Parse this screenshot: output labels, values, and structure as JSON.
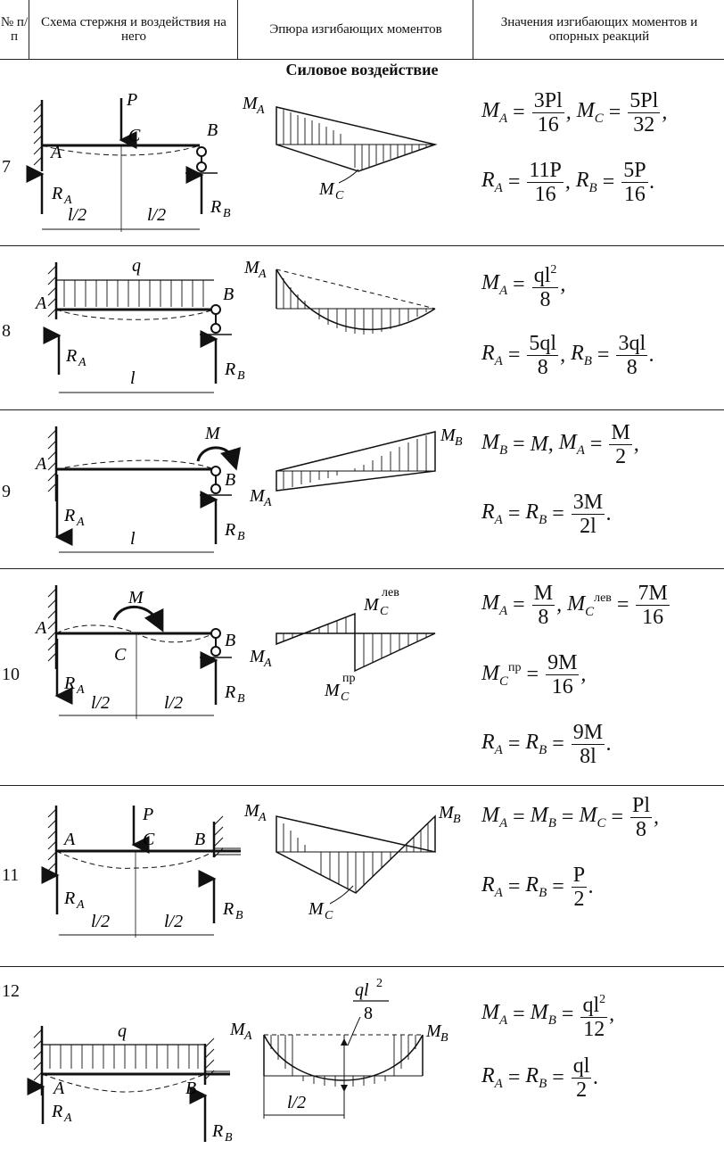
{
  "header": {
    "col_num": "№ п/п",
    "col_scheme": "Схема стержня и воздействия на него",
    "col_diagram": "Эпюра изгибающих моментов",
    "col_values": "Значения изгибающих моментов и опорных реакций"
  },
  "section_title": "Силовое воздействие",
  "rows": [
    {
      "num": "7"
    },
    {
      "num": "8"
    },
    {
      "num": "9"
    },
    {
      "num": "10"
    },
    {
      "num": "11"
    },
    {
      "num": "12"
    }
  ],
  "labels": {
    "A": "A",
    "B": "B",
    "C": "C",
    "P": "P",
    "q": "q",
    "M": "M",
    "RA": "R",
    "RB": "R",
    "subA": "A",
    "subB": "B",
    "subC": "C",
    "l2": "l/2",
    "l": "l",
    "lev": "лев",
    "pr": "пр",
    "ql2": "ql",
    "eight": "8",
    "two": "2"
  },
  "formulas": {
    "r7": {
      "MA_num": "3Pl",
      "MA_den": "16",
      "MC_num": "5Pl",
      "MC_den": "32",
      "RA_num": "11P",
      "RA_den": "16",
      "RB_num": "5P",
      "RB_den": "16"
    },
    "r8": {
      "MA_num": "ql",
      "MA_den": "8",
      "RA_num": "5ql",
      "RA_den": "8",
      "RB_num": "3ql",
      "RB_den": "8"
    },
    "r9": {
      "MB_val": "M",
      "MA_num": "M",
      "MA_den": "2",
      "R_num": "3M",
      "R_den": "2l"
    },
    "r10": {
      "MA_num": "M",
      "MA_den": "8",
      "MCl_num": "7M",
      "MCl_den": "16",
      "MCp_num": "9M",
      "MCp_den": "16",
      "R_num": "9M",
      "R_den": "8l"
    },
    "r11": {
      "M_num": "Pl",
      "M_den": "8",
      "R_num": "P",
      "R_den": "2"
    },
    "r12": {
      "M_num": "ql",
      "M_den": "12",
      "R_num": "ql",
      "R_den": "2"
    }
  }
}
